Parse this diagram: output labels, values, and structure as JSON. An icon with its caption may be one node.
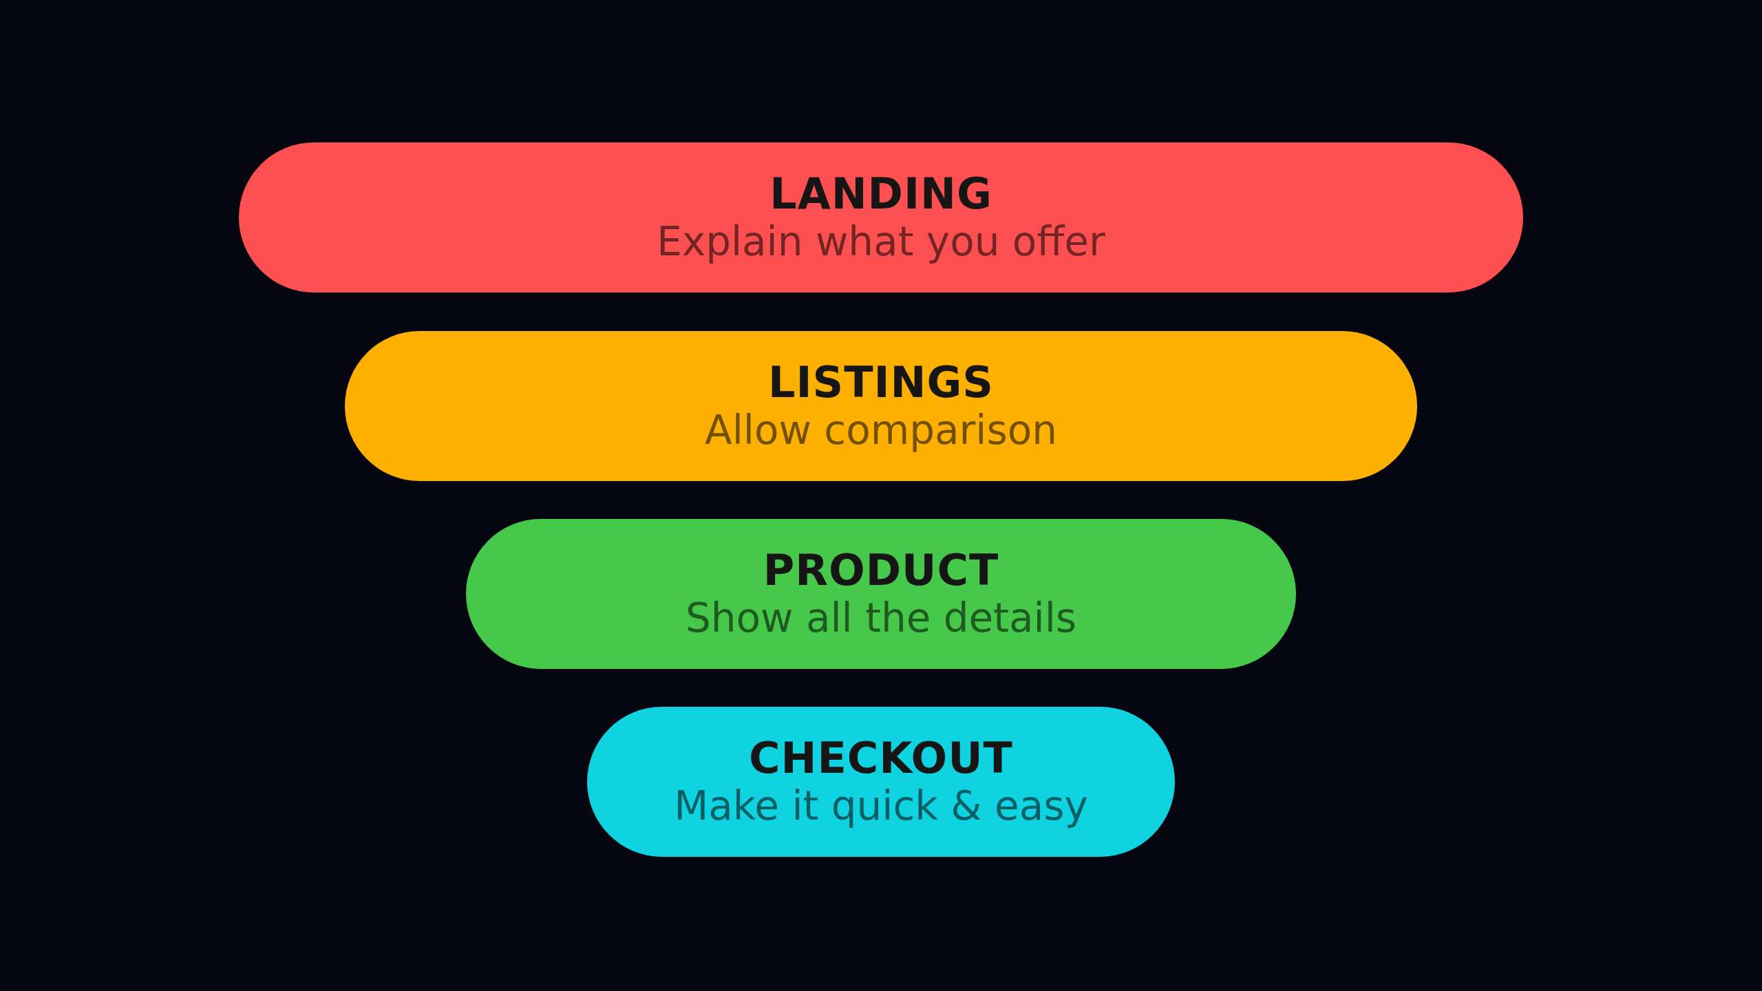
{
  "diagram": {
    "nodes": [
      {
        "text": [
          "LANDING",
          "Explain what you offer"
        ]
      },
      {
        "text": [
          "LISTINGS",
          "Allow comparison"
        ]
      },
      {
        "text": [
          "PRODUCT",
          "Show all the details"
        ]
      },
      {
        "text": [
          "CHECKOUT",
          "Make it quick & easy"
        ]
      }
    ]
  }
}
